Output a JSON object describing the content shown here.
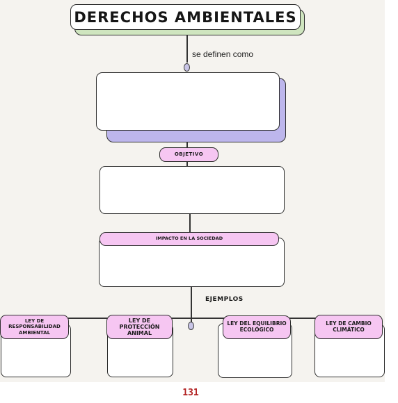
{
  "title": "DERECHOS AMBIENTALES",
  "connector_label": "se definen como",
  "objetivo_label": "OBJETIVO",
  "impacto_label": "IMPACTO EN LA SOCIEDAD",
  "ejemplos_label": "EJEMPLOS",
  "examples": [
    {
      "label": "LEY DE RESPONSABILIDAD AMBIENTAL"
    },
    {
      "label": "LEY DE PROTECCIÓN ANIMAL"
    },
    {
      "label": "LEY DEL EQUILIBRIO ECOLÓGICO"
    },
    {
      "label": "LEY DE CAMBIO CLIMÁTICO"
    }
  ],
  "page_number": "131",
  "colors": {
    "title_shadow": "#cfe5bf",
    "definition_shadow": "#bdb6ec",
    "pill": "#f6c6f2",
    "dot": "#c9c5e7",
    "page_number": "#b22222"
  }
}
